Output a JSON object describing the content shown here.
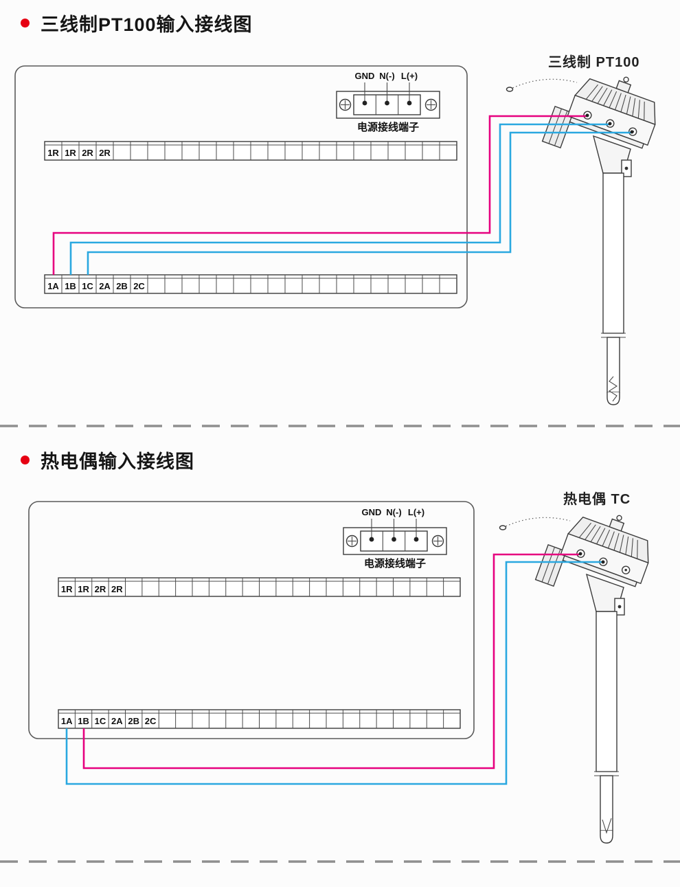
{
  "colors": {
    "bullet_red": "#e60012",
    "wire_magenta": "#e6007f",
    "wire_blue": "#2aa8e0",
    "line": "#3a3a3a"
  },
  "section1": {
    "title": "三线制PT100输入接线图",
    "sensor_label": "三线制 PT100",
    "power": {
      "gnd": "GND",
      "n": "N(-)",
      "l": "L(+)",
      "caption": "电源接线端子"
    },
    "strip_top": {
      "labels": [
        "1R",
        "1R",
        "2R",
        "2R"
      ],
      "total_cells": 24
    },
    "strip_bottom": {
      "labels": [
        "1A",
        "1B",
        "1C",
        "2A",
        "2B",
        "2C"
      ],
      "total_cells": 24
    }
  },
  "section2": {
    "title": "热电偶输入接线图",
    "sensor_label": "热电偶 TC",
    "power": {
      "gnd": "GND",
      "n": "N(-)",
      "l": "L(+)",
      "caption": "电源接线端子"
    },
    "strip_top": {
      "labels": [
        "1R",
        "1R",
        "2R",
        "2R"
      ],
      "total_cells": 24
    },
    "strip_bottom": {
      "labels": [
        "1A",
        "1B",
        "1C",
        "2A",
        "2B",
        "2C"
      ],
      "total_cells": 24
    }
  }
}
